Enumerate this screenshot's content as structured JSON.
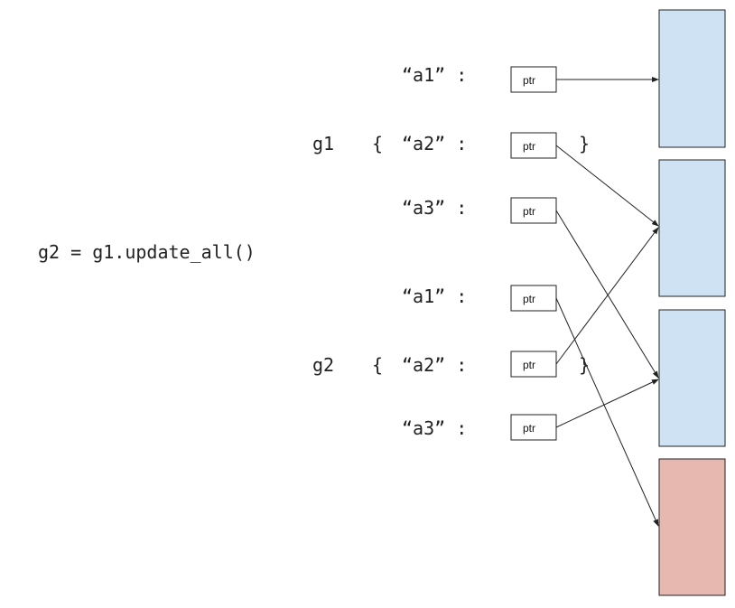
{
  "statement": "g2 = g1.update_all()",
  "groups": [
    {
      "name": "g1",
      "open_brace": "{",
      "close_brace": "}",
      "entries": [
        {
          "key": "“a1” :",
          "ptr": "ptr"
        },
        {
          "key": "“a2” :",
          "ptr": "ptr"
        },
        {
          "key": "“a3” :",
          "ptr": "ptr"
        }
      ]
    },
    {
      "name": "g2",
      "open_brace": "{",
      "close_brace": "}",
      "entries": [
        {
          "key": "“a1” :",
          "ptr": "ptr"
        },
        {
          "key": "“a2” :",
          "ptr": "ptr"
        },
        {
          "key": "“a3” :",
          "ptr": "ptr"
        }
      ]
    }
  ],
  "memory_blocks": [
    {
      "id": "block-1",
      "color": "#cfe2f3"
    },
    {
      "id": "block-2",
      "color": "#cfe2f3"
    },
    {
      "id": "block-3",
      "color": "#cfe2f3"
    },
    {
      "id": "block-4",
      "color": "#e6b8af"
    }
  ],
  "pointers": [
    {
      "from": "g1.a1",
      "to": "block-1"
    },
    {
      "from": "g1.a2",
      "to": "block-2"
    },
    {
      "from": "g1.a3",
      "to": "block-3"
    },
    {
      "from": "g2.a1",
      "to": "block-4"
    },
    {
      "from": "g2.a2",
      "to": "block-2"
    },
    {
      "from": "g2.a3",
      "to": "block-3"
    }
  ]
}
